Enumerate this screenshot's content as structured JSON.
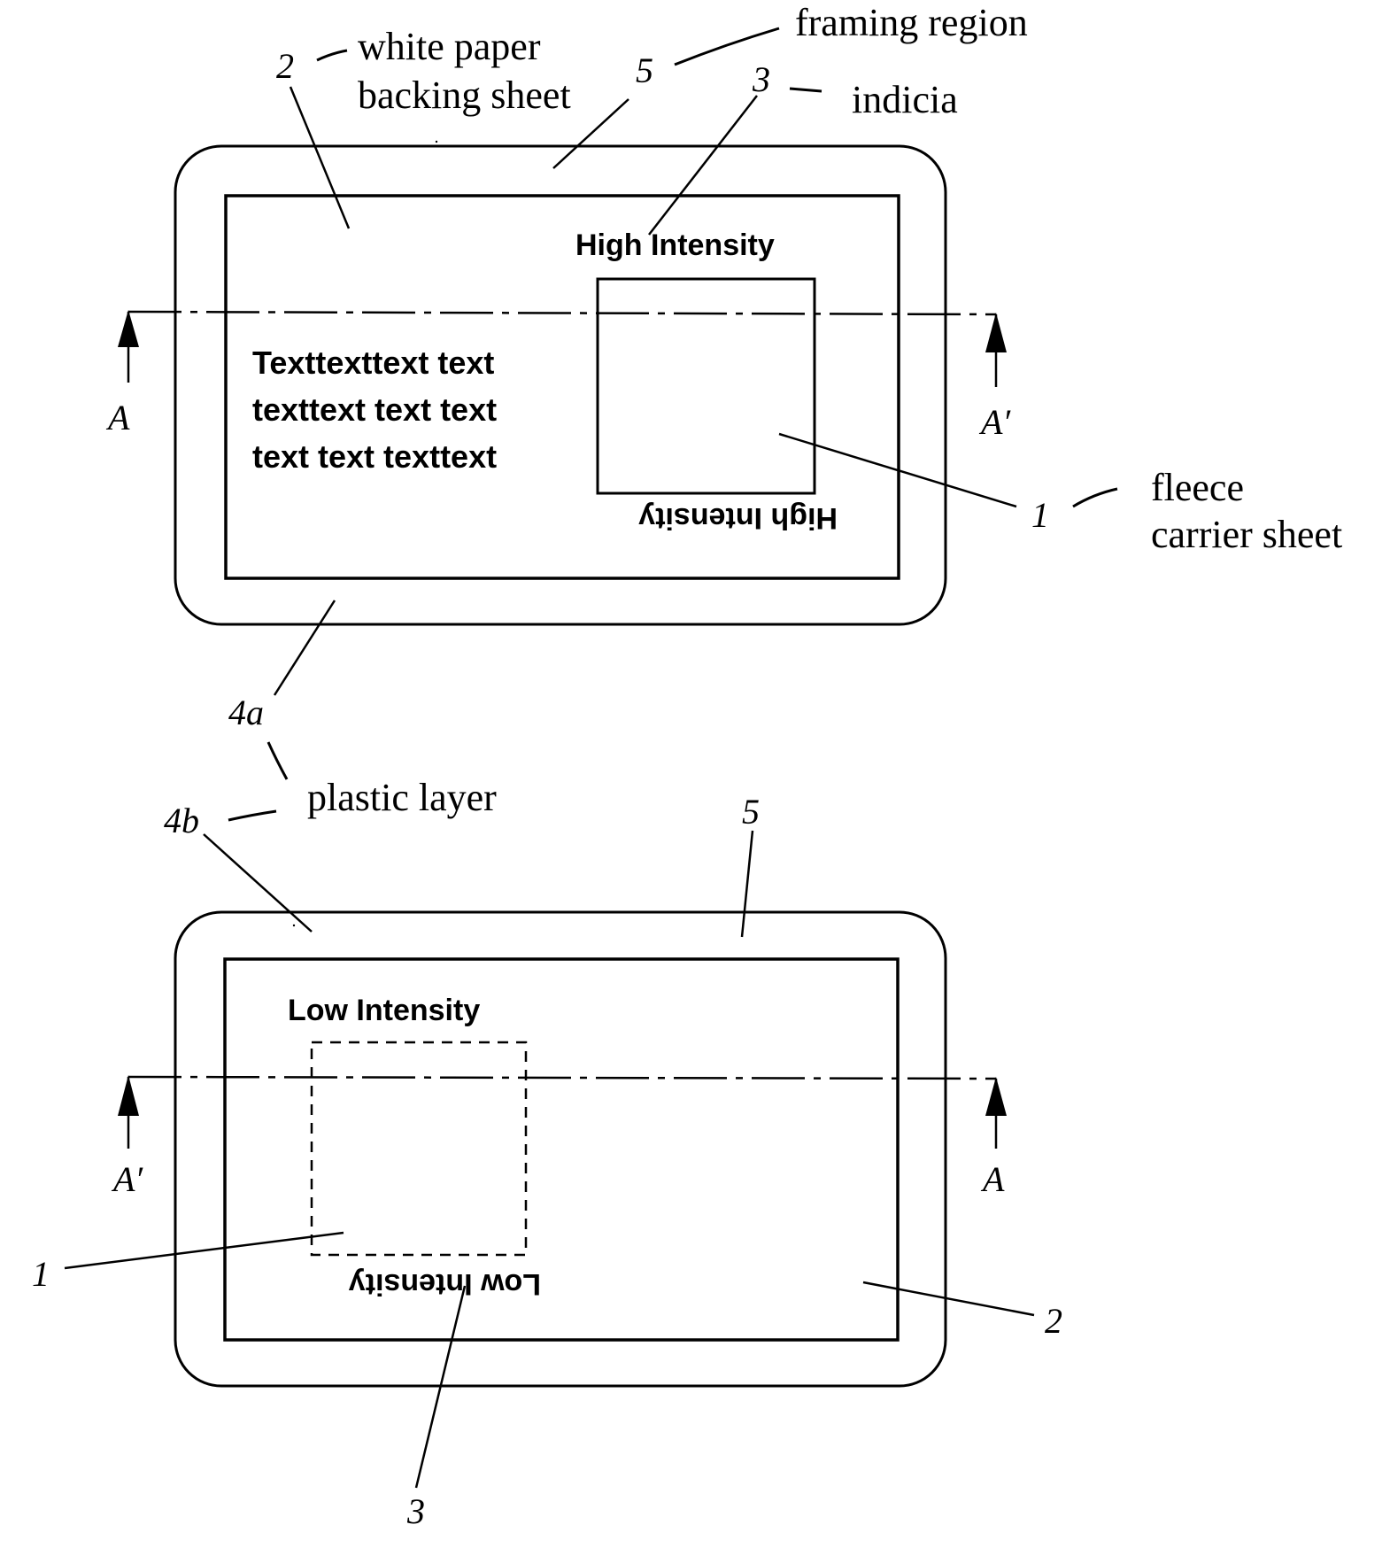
{
  "labels": {
    "white_paper_backing_sheet_1": "white paper",
    "white_paper_backing_sheet_2": "backing sheet",
    "framing_region": "framing region",
    "indicia": "indicia",
    "fleece_carrier_sheet_1": "fleece",
    "fleece_carrier_sheet_2": "carrier sheet",
    "plastic_layer": "plastic layer"
  },
  "reference_numerals": {
    "backing_sheet": "2",
    "framing_region": "5",
    "indicia": "3",
    "fleece_carrier": "1",
    "plastic_top": "4a",
    "plastic_bottom": "4b",
    "section_a": "A",
    "section_a_prime": "A′"
  },
  "card_front": {
    "indicia_top": "High Intensity",
    "indicia_bottom": "High Intensity",
    "body_text": [
      "Texttexttext text",
      "texttext text text",
      "text text texttext"
    ]
  },
  "card_back": {
    "indicia_top": "Low Intensity",
    "indicia_bottom": "Low Intensity"
  },
  "colors": {
    "ink": "#000000",
    "background": "#ffffff"
  }
}
